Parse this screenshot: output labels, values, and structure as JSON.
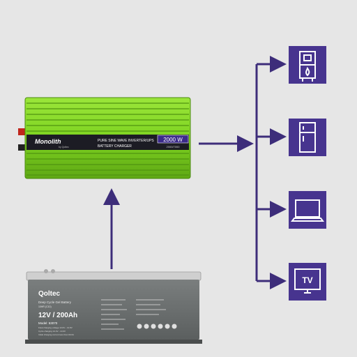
{
  "colors": {
    "background": "#e6e6e6",
    "arrow": "#3d2d7a",
    "icon_tile": "#47348f",
    "inverter_green": "#7ed321",
    "inverter_label_bar": "#1c1c24",
    "power_badge": "#3b2a8a",
    "battery_body": "#6b6f6f",
    "battery_lid": "#cfcfcf"
  },
  "inverter": {
    "brand": "Monolith",
    "brand_sub": "by Qoltec",
    "line1": "PURE SINE WAVE INVERTER/UPS",
    "line2": "BATTERY CHARGER",
    "power": "2000 W",
    "power_sub": "2000/7000"
  },
  "battery": {
    "brand": "Qoltec",
    "title": "Deep Cycle Gel Battery",
    "subtitle": "10HR (C10)",
    "rating": "12V / 200Ah",
    "model_label": "Model: 53070",
    "spec1": "Float charging voltage 13.6V - 13.8V",
    "spec2": "Cycle charging 14.4V - 14.9V",
    "spec3": "Initial charging current less than 60.0A"
  },
  "devices": [
    {
      "name": "boiler-icon",
      "label": ""
    },
    {
      "name": "fridge-icon",
      "label": ""
    },
    {
      "name": "laptop-icon",
      "label": ""
    },
    {
      "name": "tv-icon",
      "label": "TV"
    }
  ]
}
